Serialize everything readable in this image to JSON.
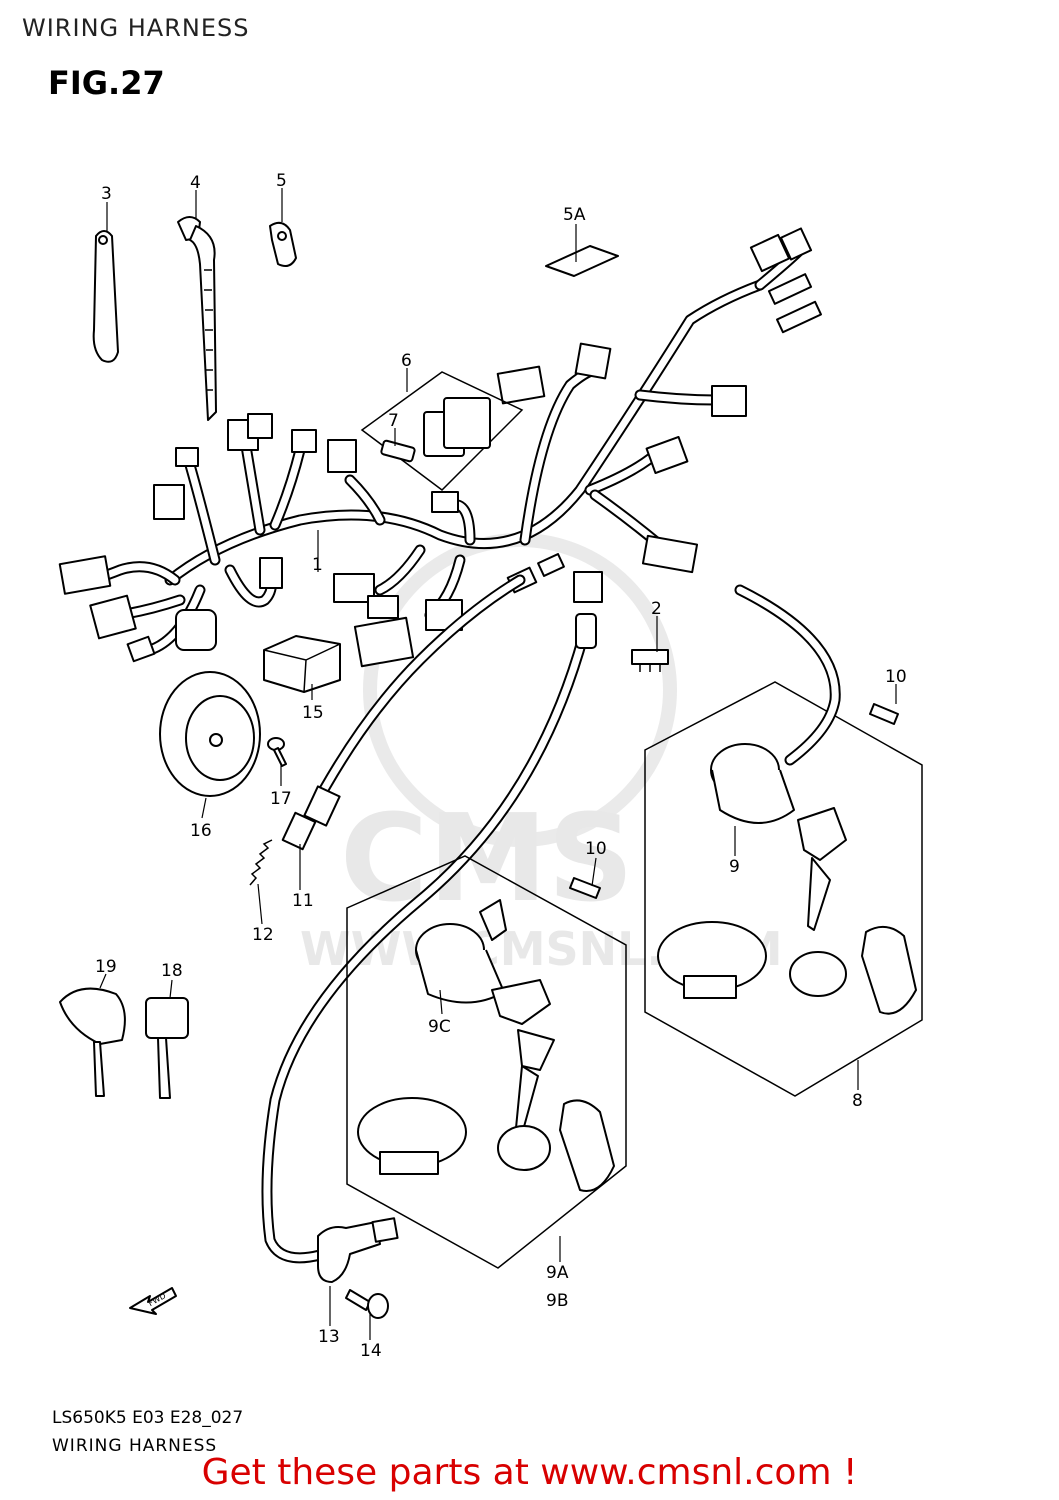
{
  "header": {
    "title": "WIRING HARNESS"
  },
  "figure": {
    "number": "FIG.27"
  },
  "callouts": {
    "p1": "1",
    "p2": "2",
    "p3": "3",
    "p4": "4",
    "p5": "5",
    "p5a": "5A",
    "p6": "6",
    "p7": "7",
    "p8": "8",
    "p9": "9",
    "p9a": "9A",
    "p9b": "9B",
    "p9c": "9C",
    "p10a": "10",
    "p10b": "10",
    "p11": "11",
    "p12": "12",
    "p13": "13",
    "p14": "14",
    "p15": "15",
    "p16": "16",
    "p17": "17",
    "p18": "18",
    "p19": "19"
  },
  "watermark": {
    "brand": "CMS",
    "site": "WWW.CMSNL.COM"
  },
  "fwd_marker": "FWD",
  "footer": {
    "code": "LS650K5 E03 E28_027",
    "title": "WIRING HARNESS",
    "promo": "Get these parts at www.cmsnl.com !"
  },
  "colors": {
    "promo": "#d80000",
    "line": "#000000",
    "watermark": "#e6e6e6"
  }
}
